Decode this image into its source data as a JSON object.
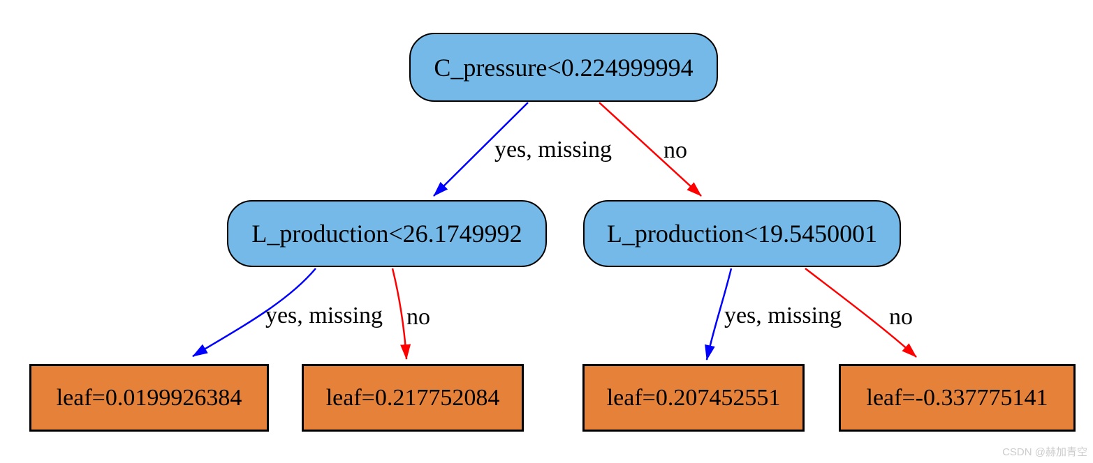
{
  "diagram": {
    "type": "decision-tree",
    "nodes": {
      "root": {
        "label": "C_pressure<0.224999994"
      },
      "left": {
        "label": "L_production<26.1749992"
      },
      "right": {
        "label": "L_production<19.5450001"
      },
      "leaf1": {
        "label": "leaf=0.0199926384"
      },
      "leaf2": {
        "label": "leaf=0.217752084"
      },
      "leaf3": {
        "label": "leaf=0.207452551"
      },
      "leaf4": {
        "label": "leaf=-0.337775141"
      }
    },
    "edge_labels": {
      "yes": "yes, missing",
      "no": "no"
    },
    "colors": {
      "split_node_fill": "#74b9e8",
      "leaf_node_fill": "#e58139",
      "yes_edge": "#0000ff",
      "no_edge": "#ff0000",
      "border": "#000000",
      "watermark": "#cccccc"
    }
  },
  "watermark": {
    "text": "CSDN @赫加青空"
  }
}
